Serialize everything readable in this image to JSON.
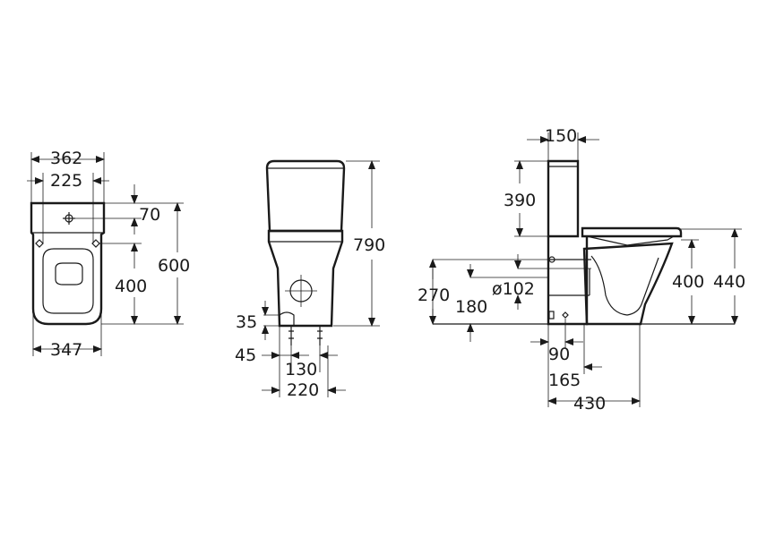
{
  "colors": {
    "line": "#1a1a1a",
    "background": "#ffffff"
  },
  "top_view": {
    "width_overall": "362",
    "width_holes": "225",
    "tank_to_hole": "70",
    "bowl_depth": "400",
    "overall_depth": "600",
    "bottom_width": "347"
  },
  "front_view": {
    "height": "790",
    "inlet_height": "35",
    "inlet_offset": "45",
    "fixing_spacing": "130",
    "fixing_overall": "220"
  },
  "side_view": {
    "tank_depth": "150",
    "tank_height": "390",
    "outlet_height": "270",
    "outlet_center": "180",
    "outlet_diameter": "ø102",
    "seat_height": "400",
    "overall_height": "440",
    "inlet_from_wall": "90",
    "fixing_from_wall": "165",
    "overall_length": "430"
  }
}
